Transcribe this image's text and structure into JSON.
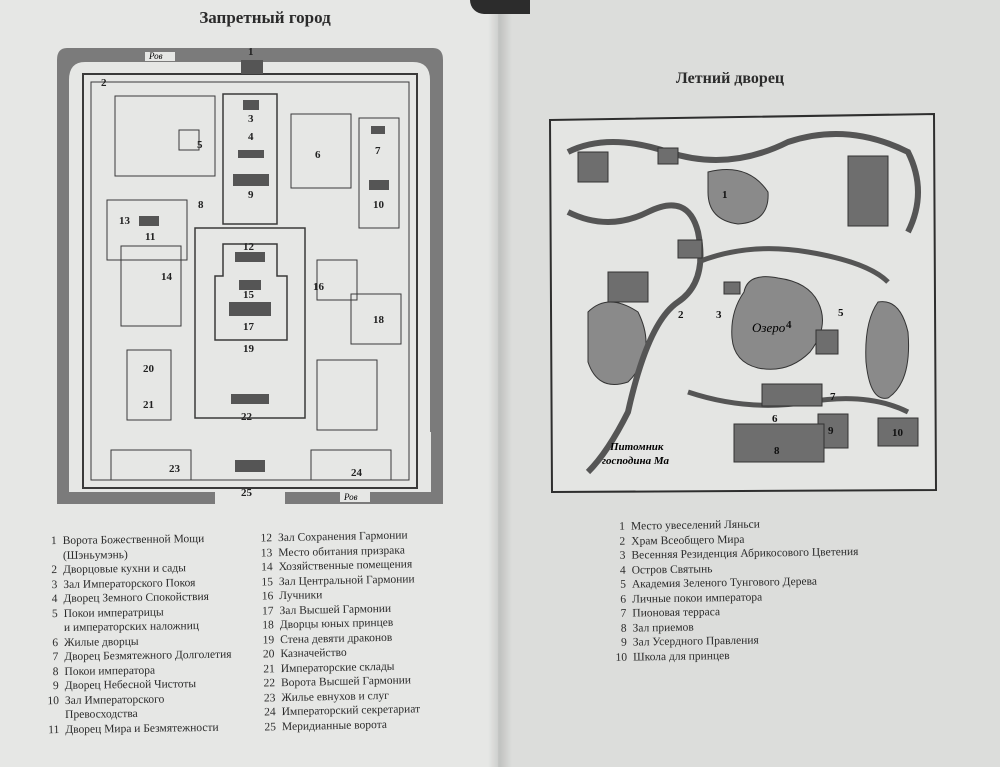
{
  "left_page": {
    "title": "Запретный город",
    "map_labels": {
      "moat_top": "Ров",
      "moat_bottom": "Ров",
      "numbers": [
        "1",
        "2",
        "3",
        "4",
        "5",
        "6",
        "7",
        "8",
        "9",
        "10",
        "11",
        "12",
        "13",
        "14",
        "15",
        "16",
        "17",
        "18",
        "19",
        "20",
        "21",
        "22",
        "23",
        "24",
        "25"
      ]
    },
    "legend_col1": [
      {
        "num": "1",
        "text": "Ворота Божественной Мощи"
      },
      {
        "num": "",
        "text": "(Шэньумэнь)"
      },
      {
        "num": "2",
        "text": "Дворцовые кухни и сады"
      },
      {
        "num": "3",
        "text": "Зал Императорского Покоя"
      },
      {
        "num": "4",
        "text": "Дворец Земного Спокойствия"
      },
      {
        "num": "5",
        "text": "Покои императрицы"
      },
      {
        "num": "",
        "text": "и императорских наложниц"
      },
      {
        "num": "6",
        "text": "Жилые дворцы"
      },
      {
        "num": "7",
        "text": "Дворец Безмятежного Долголетия"
      },
      {
        "num": "8",
        "text": "Покои императора"
      },
      {
        "num": "9",
        "text": "Дворец Небесной Чистоты"
      },
      {
        "num": "10",
        "text": "Зал Императорского"
      },
      {
        "num": "",
        "text": "Превосходства"
      },
      {
        "num": "11",
        "text": "Дворец Мира и Безмятежности"
      }
    ],
    "legend_col2": [
      {
        "num": "12",
        "text": "Зал Сохранения Гармонии"
      },
      {
        "num": "13",
        "text": "Место обитания призрака"
      },
      {
        "num": "14",
        "text": "Хозяйственные помещения"
      },
      {
        "num": "15",
        "text": "Зал Центральной Гармонии"
      },
      {
        "num": "16",
        "text": "Лучники"
      },
      {
        "num": "17",
        "text": "Зал Высшей Гармонии"
      },
      {
        "num": "18",
        "text": "Дворцы юных принцев"
      },
      {
        "num": "19",
        "text": "Стена девяти драконов"
      },
      {
        "num": "20",
        "text": "Казначейство"
      },
      {
        "num": "21",
        "text": "Императорские склады"
      },
      {
        "num": "22",
        "text": "Ворота Высшей Гармонии"
      },
      {
        "num": "23",
        "text": "Жилье евнухов и слуг"
      },
      {
        "num": "24",
        "text": "Императорский секретариат"
      },
      {
        "num": "25",
        "text": "Меридианные ворота"
      }
    ]
  },
  "right_page": {
    "title": "Летний дворец",
    "map_labels": {
      "lake": "Озеро",
      "nursery_line1": "Питомник",
      "nursery_line2": "господина Ма",
      "numbers": [
        "1",
        "2",
        "3",
        "4",
        "5",
        "6",
        "7",
        "8",
        "9",
        "10"
      ]
    },
    "legend": [
      {
        "num": "1",
        "text": "Место увеселений Ляньси"
      },
      {
        "num": "2",
        "text": "Храм Всеобщего Мира"
      },
      {
        "num": "3",
        "text": "Весенняя Резиденция Абрикосового Цветения"
      },
      {
        "num": "4",
        "text": "Остров Святынь"
      },
      {
        "num": "5",
        "text": "Академия Зеленого Тунгового Дерева"
      },
      {
        "num": "6",
        "text": "Личные покои императора"
      },
      {
        "num": "7",
        "text": "Пионовая терраса"
      },
      {
        "num": "8",
        "text": "Зал приемов"
      },
      {
        "num": "9",
        "text": "Зал Усердного Правления"
      },
      {
        "num": "10",
        "text": "Школа для принцев"
      }
    ]
  }
}
